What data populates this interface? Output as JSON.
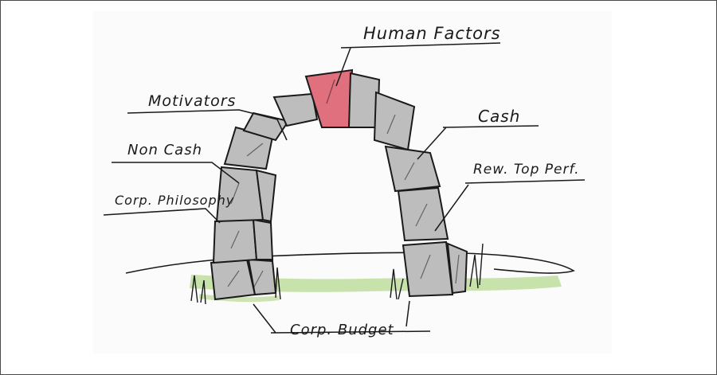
{
  "labels": {
    "human_factors": "Human Factors",
    "motivators": "Motivators",
    "non_cash": "Non Cash",
    "corp_philosophy": "Corp. Philosophy",
    "cash": "Cash",
    "rew_top_perf": "Rew. Top Perf.",
    "corp_budget": "Corp. Budget"
  },
  "colors": {
    "keystone": "#e0707e",
    "stone": "#bdbdbd",
    "grass": "#9fce6a",
    "ink": "#1a1a1a"
  }
}
